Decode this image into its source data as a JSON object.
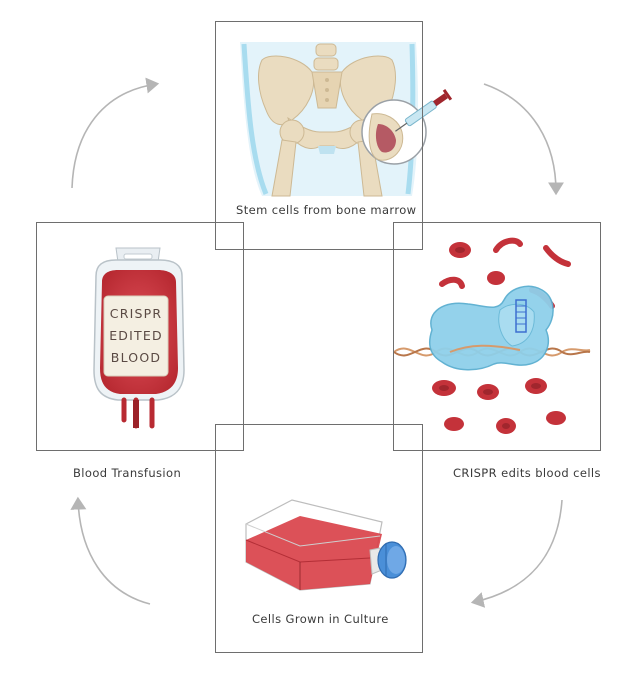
{
  "steps": {
    "bone_marrow": "Stem cells from bone marrow",
    "crispr": "CRISPR edits blood cells",
    "culture": "Cells Grown in Culture",
    "transfusion": "Blood Transfusion"
  },
  "bag_label": {
    "line1": "CRISPR",
    "line2": "EDITED",
    "line3": "BLOOD"
  },
  "colors": {
    "frame": "#6e6e6e",
    "arrow": "#b5b5b5",
    "blood_red": "#c4323a",
    "bone": "#eadcc0",
    "protein_blue": "#8fd0ea",
    "cap_blue": "#4a8fd8"
  }
}
